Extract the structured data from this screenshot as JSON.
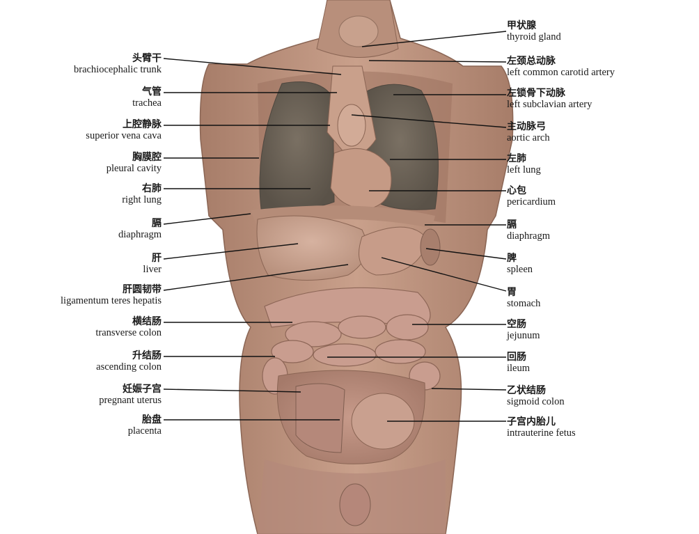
{
  "colors": {
    "background": "#ffffff",
    "text": "#1a1a1a",
    "leader": "#111111",
    "tissue": "#c49a85",
    "tissue_dark": "#9c7361",
    "lung": "#6e655a",
    "intestine": "#c99d8f"
  },
  "labels_left": [
    {
      "zh": "头臂干",
      "en": "brachiocephalic trunk"
    },
    {
      "zh": "气管",
      "en": "trachea"
    },
    {
      "zh": "上腔静脉",
      "en": "superior vena cava"
    },
    {
      "zh": "胸膜腔",
      "en": "pleural cavity"
    },
    {
      "zh": "右肺",
      "en": "right lung"
    },
    {
      "zh": "膈",
      "en": "diaphragm"
    },
    {
      "zh": "肝",
      "en": "liver"
    },
    {
      "zh": "肝圆韧带",
      "en": "ligamentum teres hepatis"
    },
    {
      "zh": "横结肠",
      "en": "transverse colon"
    },
    {
      "zh": "升结肠",
      "en": "ascending colon"
    },
    {
      "zh": "妊娠子宫",
      "en": "pregnant uterus"
    },
    {
      "zh": "胎盘",
      "en": "placenta"
    }
  ],
  "labels_right": [
    {
      "zh": "甲状腺",
      "en": "thyroid gland"
    },
    {
      "zh": "左颈总动脉",
      "en": "left common carotid artery"
    },
    {
      "zh": "左锁骨下动脉",
      "en": "left subclavian artery"
    },
    {
      "zh": "主动脉弓",
      "en": "aortic arch"
    },
    {
      "zh": "左肺",
      "en": "left lung"
    },
    {
      "zh": "心包",
      "en": "pericardium"
    },
    {
      "zh": "膈",
      "en": "diaphragm"
    },
    {
      "zh": "脾",
      "en": "spleen"
    },
    {
      "zh": "胃",
      "en": "stomach"
    },
    {
      "zh": "空肠",
      "en": "jejunum"
    },
    {
      "zh": "回肠",
      "en": "ileum"
    },
    {
      "zh": "乙状结肠",
      "en": "sigmoid colon"
    },
    {
      "zh": "子宫内胎儿",
      "en": "intrauterine fetus"
    }
  ]
}
